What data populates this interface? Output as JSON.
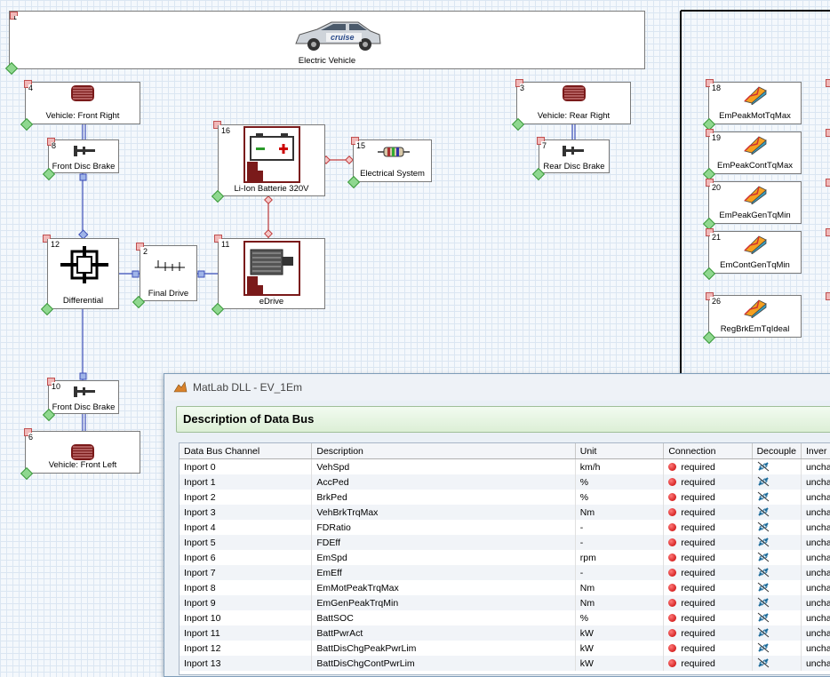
{
  "diagram": {
    "electric_vehicle": {
      "num": "1",
      "label": "Electric Vehicle",
      "logo_text": "cruise"
    },
    "vehicle_front_right": {
      "num": "4",
      "label": "Vehicle: Front Right"
    },
    "front_disc_brake_top": {
      "num": "8",
      "label": "Front Disc Brake"
    },
    "battery": {
      "num": "16",
      "label": "Li-Ion Batterie 320V"
    },
    "electrical_system": {
      "num": "15",
      "label": "Electrical System"
    },
    "vehicle_rear_right": {
      "num": "3",
      "label": "Vehicle: Rear Right"
    },
    "rear_disc_brake": {
      "num": "7",
      "label": "Rear Disc Brake"
    },
    "differential": {
      "num": "12",
      "label": "Differential"
    },
    "final_drive": {
      "num": "2",
      "label": "Final Drive"
    },
    "edrive": {
      "num": "11",
      "label": "eDrive"
    },
    "front_disc_brake_bottom": {
      "num": "10",
      "label": "Front Disc Brake"
    },
    "vehicle_front_left": {
      "num": "6",
      "label": "Vehicle: Front Left"
    },
    "maps": [
      {
        "num": "18",
        "label": "EmPeakMotTqMax"
      },
      {
        "num": "19",
        "label": "EmPeakContTqMax"
      },
      {
        "num": "20",
        "label": "EmPeakGenTqMin"
      },
      {
        "num": "21",
        "label": "EmContGenTqMin"
      },
      {
        "num": "26",
        "label": "RegBrkEmTqIdeal"
      }
    ]
  },
  "dialog": {
    "title": "MatLab DLL - EV_1Em",
    "section_header": "Description of Data Bus",
    "columns": [
      "Data Bus Channel",
      "Description",
      "Unit",
      "Connection",
      "Decouple",
      "Inver"
    ],
    "rows": [
      {
        "channel": "Inport 0",
        "description": "VehSpd",
        "unit": "km/h",
        "connection": "required",
        "invert": "uncha"
      },
      {
        "channel": "Inport 1",
        "description": "AccPed",
        "unit": "%",
        "connection": "required",
        "invert": "uncha"
      },
      {
        "channel": "Inport 2",
        "description": "BrkPed",
        "unit": "%",
        "connection": "required",
        "invert": "uncha"
      },
      {
        "channel": "Inport 3",
        "description": "VehBrkTrqMax",
        "unit": "Nm",
        "connection": "required",
        "invert": "uncha"
      },
      {
        "channel": "Inport 4",
        "description": "FDRatio",
        "unit": "-",
        "connection": "required",
        "invert": "uncha"
      },
      {
        "channel": "Inport 5",
        "description": "FDEff",
        "unit": "-",
        "connection": "required",
        "invert": "uncha"
      },
      {
        "channel": "Inport 6",
        "description": "EmSpd",
        "unit": "rpm",
        "connection": "required",
        "invert": "uncha"
      },
      {
        "channel": "Inport 7",
        "description": "EmEff",
        "unit": "-",
        "connection": "required",
        "invert": "uncha"
      },
      {
        "channel": "Inport 8",
        "description": "EmMotPeakTrqMax",
        "unit": "Nm",
        "connection": "required",
        "invert": "uncha"
      },
      {
        "channel": "Inport 9",
        "description": "EmGenPeakTrqMin",
        "unit": "Nm",
        "connection": "required",
        "invert": "uncha"
      },
      {
        "channel": "Inport 10",
        "description": "BattSOC",
        "unit": "%",
        "connection": "required",
        "invert": "uncha"
      },
      {
        "channel": "Inport 11",
        "description": "BattPwrAct",
        "unit": "kW",
        "connection": "required",
        "invert": "uncha"
      },
      {
        "channel": "Inport 12",
        "description": "BattDisChgPeakPwrLim",
        "unit": "kW",
        "connection": "required",
        "invert": "uncha"
      },
      {
        "channel": "Inport 13",
        "description": "BattDisChgContPwrLim",
        "unit": "kW",
        "connection": "required",
        "invert": "uncha"
      }
    ]
  },
  "colors": {
    "mech_wire": "#3c4fb8",
    "elec_wire": "#c03c3c",
    "required_dot": "#d00000"
  }
}
